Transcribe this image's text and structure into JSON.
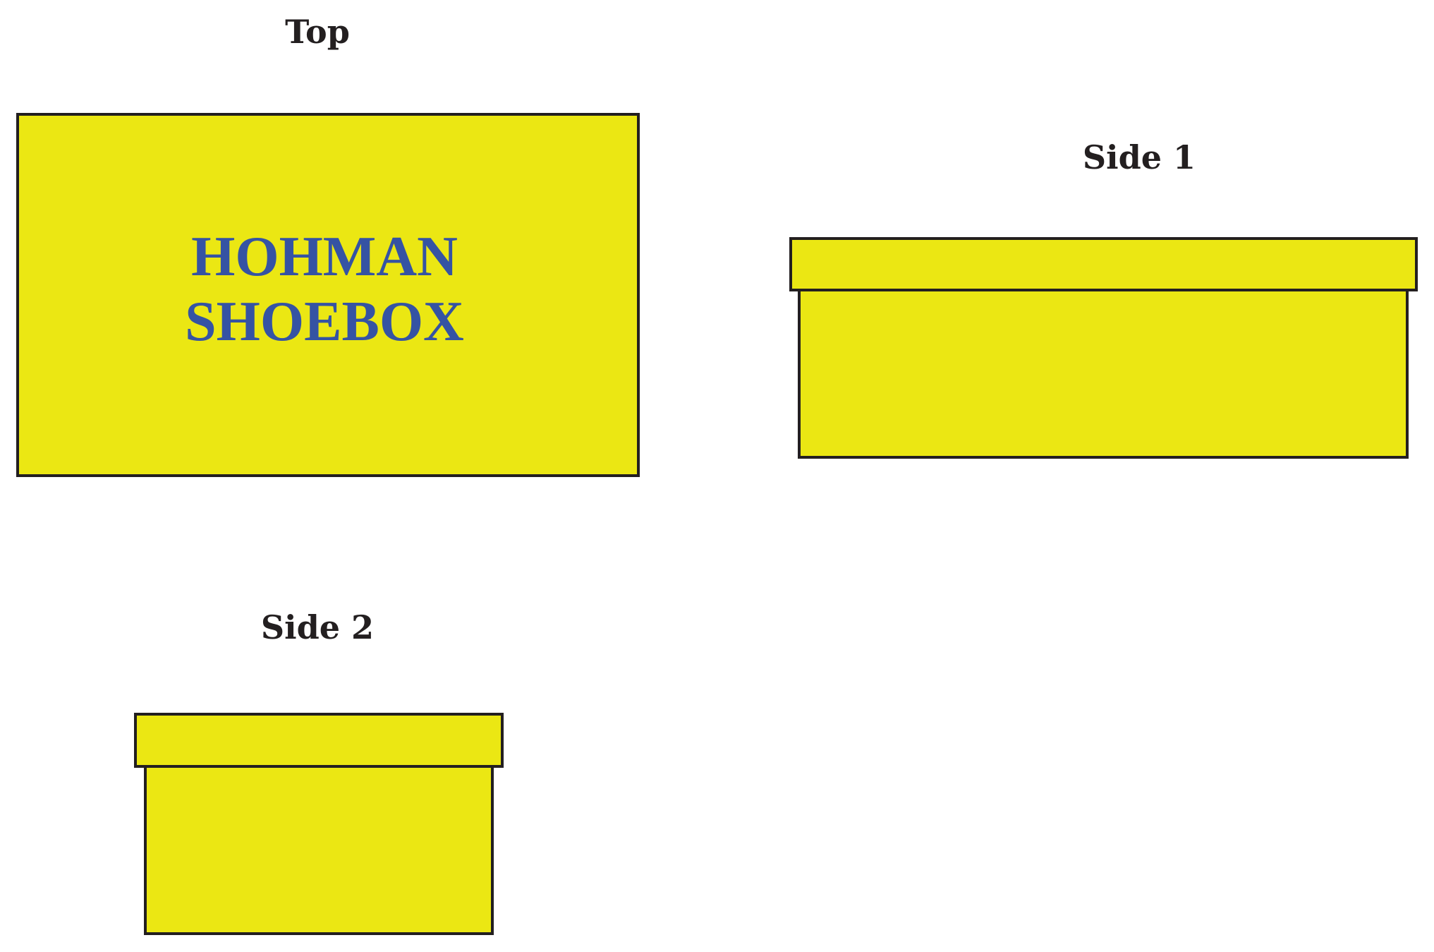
{
  "views": {
    "top": {
      "label": "Top",
      "brand_line_1": "HOHMAN",
      "brand_line_2": "SHOEBOX"
    },
    "side1": {
      "label": "Side 1"
    },
    "side2": {
      "label": "Side 2"
    }
  },
  "colors": {
    "box_fill": "#ebe713",
    "outline": "#231f20",
    "brand_text": "#3553a3",
    "label_text": "#231f20"
  }
}
